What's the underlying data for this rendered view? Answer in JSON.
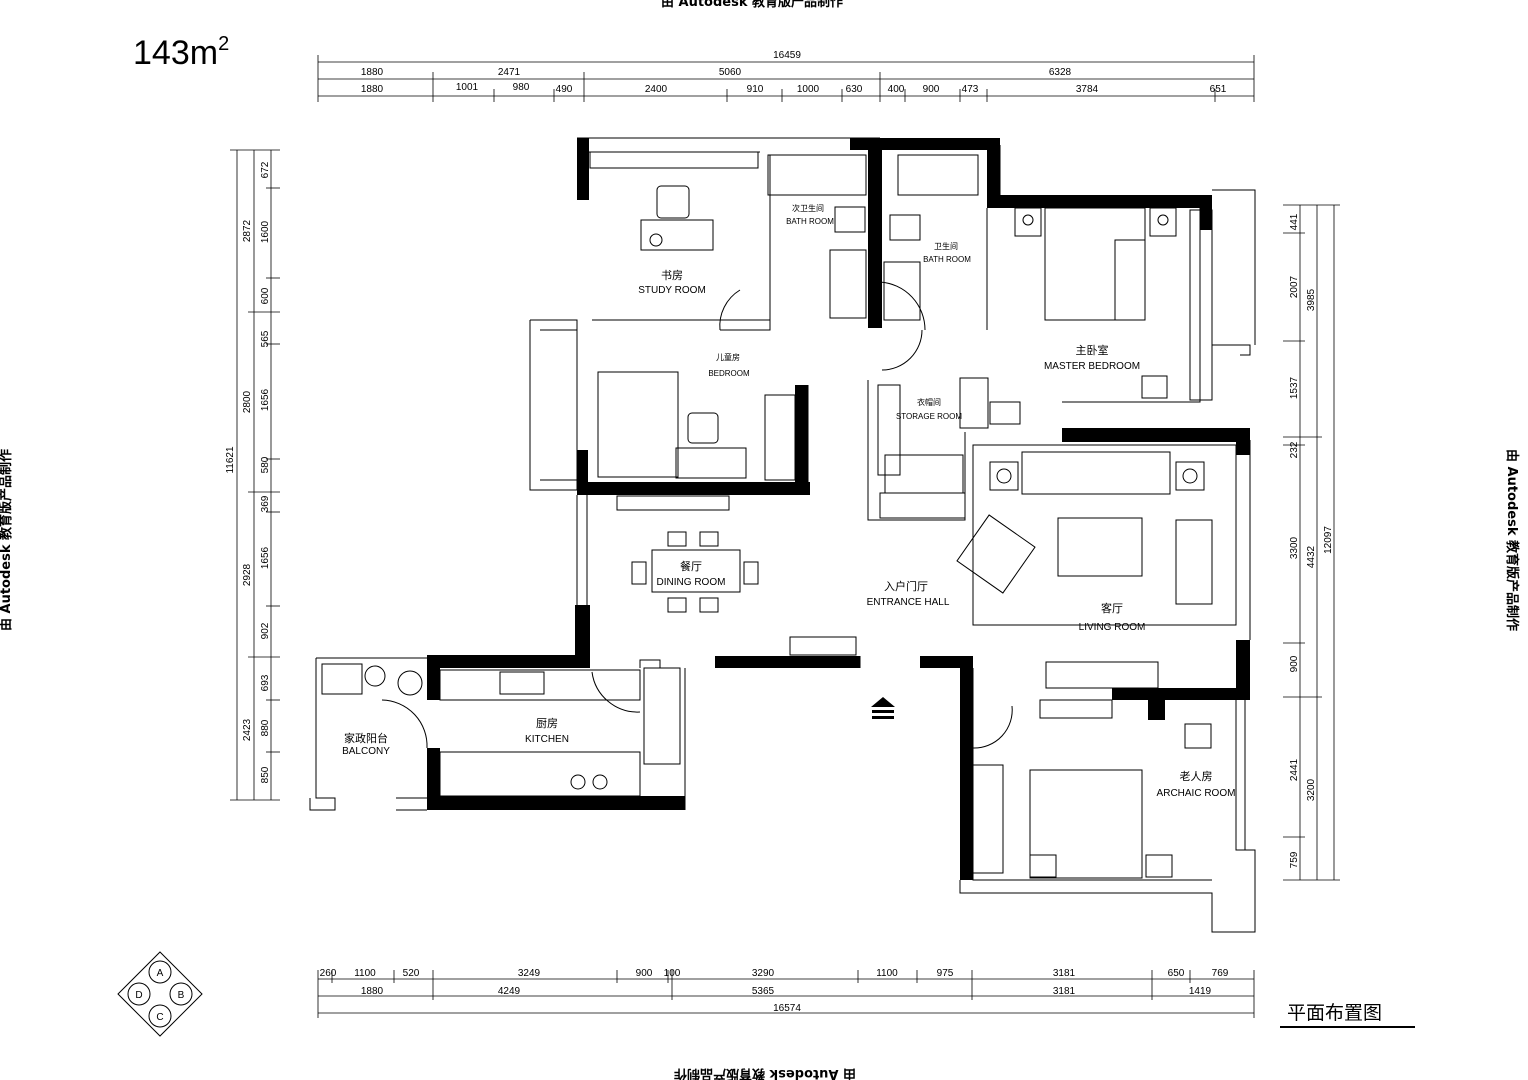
{
  "title": "平面布置图",
  "area": {
    "value": "143m",
    "sup": "2"
  },
  "watermark": "由 Autodesk 教育版产品制作",
  "compass": [
    "A",
    "B",
    "C",
    "D"
  ],
  "rooms": {
    "study": {
      "cn": "书房",
      "en": "STUDY ROOM"
    },
    "bath2": {
      "cn": "次卫生间",
      "en": "BATH ROOM"
    },
    "bath1": {
      "cn": "卫生间",
      "en": "BATH ROOM"
    },
    "master": {
      "cn": "主卧室",
      "en": "MASTER BEDROOM"
    },
    "child": {
      "cn": "儿童房",
      "en": "BEDROOM"
    },
    "storage": {
      "cn": "衣帽间",
      "en": "STORAGE ROOM"
    },
    "dining": {
      "cn": "餐厅",
      "en": "DINING ROOM"
    },
    "entrance": {
      "cn": "入户门厅",
      "en": "ENTRANCE HALL"
    },
    "living": {
      "cn": "客厅",
      "en": "LIVING ROOM"
    },
    "kitchen": {
      "cn": "厨房",
      "en": "KITCHEN"
    },
    "balcony": {
      "cn": "家政阳台",
      "en": "BALCONY"
    },
    "archaic": {
      "cn": "老人房",
      "en": "ARCHAIC ROOM"
    }
  },
  "dims": {
    "top_total": "16459",
    "top_row2": [
      "1880",
      "2471",
      "5060",
      "6328"
    ],
    "top_row3": [
      "1880",
      "1001",
      "980",
      "490",
      "2400",
      "910",
      "1000",
      "630",
      "400",
      "900",
      "473",
      "3784",
      "651"
    ],
    "left_total": "11621",
    "left_row2": [
      "2872",
      "2800",
      "2928",
      "2423"
    ],
    "left_row3": [
      "672",
      "1600",
      "600",
      "565",
      "1656",
      "580",
      "369",
      "1656",
      "902",
      "693",
      "880",
      "850"
    ],
    "right_total": "12097",
    "right_row2": [
      "3985",
      "4432",
      "3200"
    ],
    "right_row1": [
      "441",
      "2007",
      "1537",
      "232",
      "3300",
      "900",
      "2441",
      "759"
    ],
    "bottom_row1": [
      "260",
      "1100",
      "520",
      "3249",
      "900",
      "100",
      "3290",
      "1100",
      "975",
      "3181",
      "650",
      "769"
    ],
    "bottom_row2": [
      "1880",
      "4249",
      "5365",
      "3181",
      "1419"
    ],
    "bottom_total": "16574"
  }
}
